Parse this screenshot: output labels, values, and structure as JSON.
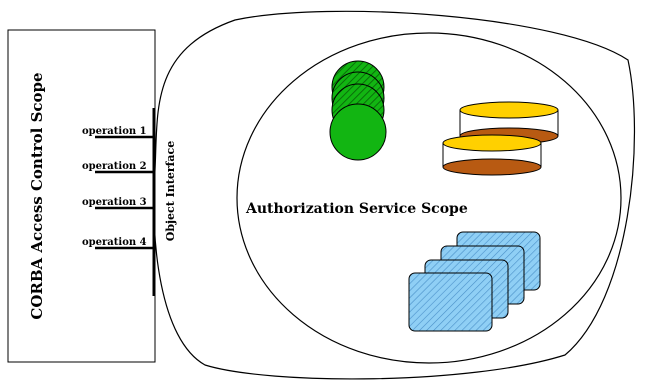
{
  "diagram": {
    "left_box_title": "CORBA Access Control Scope",
    "interface_label": "Object Interface",
    "operations": [
      "operation 1",
      "operation 2",
      "operation 3",
      "operation 4"
    ],
    "inner_scope_title": "Authorization Service Scope",
    "colors": {
      "principal_fill": "#12b512",
      "principal_hatch": "#0a6f0a",
      "db_top": "#ffd000",
      "db_bottom": "#b85a12",
      "card_fill": "#8fcff5",
      "card_hatch": "#4a90c8"
    },
    "icons": {
      "principals": "stacked-circles-icon",
      "databases": "stacked-cylinders-icon",
      "documents": "stacked-cards-icon"
    }
  }
}
